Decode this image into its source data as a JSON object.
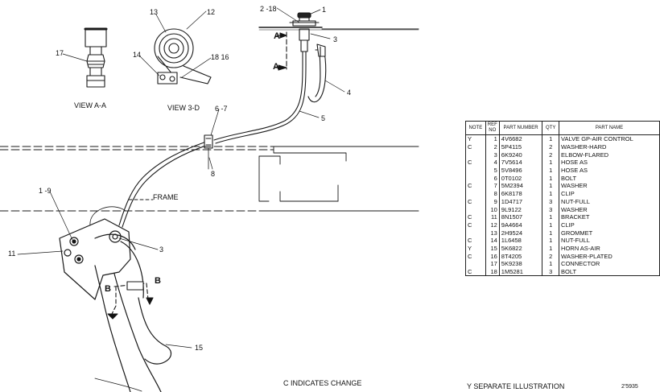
{
  "callouts": {
    "c1_9": "1 -9",
    "c11": "11",
    "c17": "17",
    "c14": "14",
    "c13": "13",
    "c12": "12",
    "c18_16": "18 16",
    "c2_18": "2 -18",
    "c1": "1",
    "c3a": "3",
    "c3b": "3",
    "c4": "4",
    "c5": "5",
    "c6_7": "6 -7",
    "c8": "8",
    "c15": "15",
    "a_upper": "A",
    "a_lower": "A",
    "b_left": "B",
    "b_right": "B"
  },
  "views": {
    "view_aa": "VIEW A-A",
    "view_bb": "VIEW 3-D"
  },
  "frame_label": "FRAME",
  "notes": {
    "change": "C   INDICATES CHANGE",
    "separate": "Y   SEPARATE ILLUSTRATION",
    "illustration_no": "2'5935"
  },
  "parts_table": {
    "headers": {
      "note": "NOTE",
      "ref": "REF NO",
      "part_number": "PART NUMBER",
      "qty": "QTY",
      "part_name": "PART NAME"
    },
    "rows": [
      {
        "note": "Y",
        "ref": "1",
        "part_number": "4V6682",
        "qty": "1",
        "part_name": "VALVE GP-AIR CONTROL"
      },
      {
        "note": "C",
        "ref": "2",
        "part_number": "5P4115",
        "qty": "2",
        "part_name": "WASHER-HARD"
      },
      {
        "note": "",
        "ref": "3",
        "part_number": "6K9240",
        "qty": "2",
        "part_name": "ELBOW-FLARED"
      },
      {
        "note": "C",
        "ref": "4",
        "part_number": "7V5614",
        "qty": "1",
        "part_name": "HOSE AS"
      },
      {
        "note": "",
        "ref": "5",
        "part_number": "5V8496",
        "qty": "1",
        "part_name": "HOSE AS"
      },
      {
        "note": "",
        "ref": "6",
        "part_number": "0T0102",
        "qty": "1",
        "part_name": "BOLT"
      },
      {
        "note": "C",
        "ref": "7",
        "part_number": "5M2394",
        "qty": "1",
        "part_name": "WASHER"
      },
      {
        "note": "",
        "ref": "8",
        "part_number": "6K8178",
        "qty": "1",
        "part_name": "CLIP"
      },
      {
        "note": "C",
        "ref": "9",
        "part_number": "1D4717",
        "qty": "3",
        "part_name": "NUT-FULL"
      },
      {
        "note": "",
        "ref": "10",
        "part_number": "9L9122",
        "qty": "3",
        "part_name": "WASHER"
      },
      {
        "note": "C",
        "ref": "11",
        "part_number": "8N1507",
        "qty": "1",
        "part_name": "BRACKET"
      },
      {
        "note": "C",
        "ref": "12",
        "part_number": "9A4664",
        "qty": "1",
        "part_name": "CLIP"
      },
      {
        "note": "",
        "ref": "13",
        "part_number": "2H9524",
        "qty": "1",
        "part_name": "GROMMET"
      },
      {
        "note": "C",
        "ref": "14",
        "part_number": "1L6458",
        "qty": "1",
        "part_name": "NUT-FULL"
      },
      {
        "note": "Y",
        "ref": "15",
        "part_number": "5K6822",
        "qty": "1",
        "part_name": "HORN AS-AIR"
      },
      {
        "note": "C",
        "ref": "16",
        "part_number": "8T4205",
        "qty": "2",
        "part_name": "WASHER-PLATED"
      },
      {
        "note": "",
        "ref": "17",
        "part_number": "5K9238",
        "qty": "1",
        "part_name": "CONNECTOR"
      },
      {
        "note": "C",
        "ref": "18",
        "part_number": "1M5281",
        "qty": "3",
        "part_name": "BOLT"
      }
    ]
  }
}
